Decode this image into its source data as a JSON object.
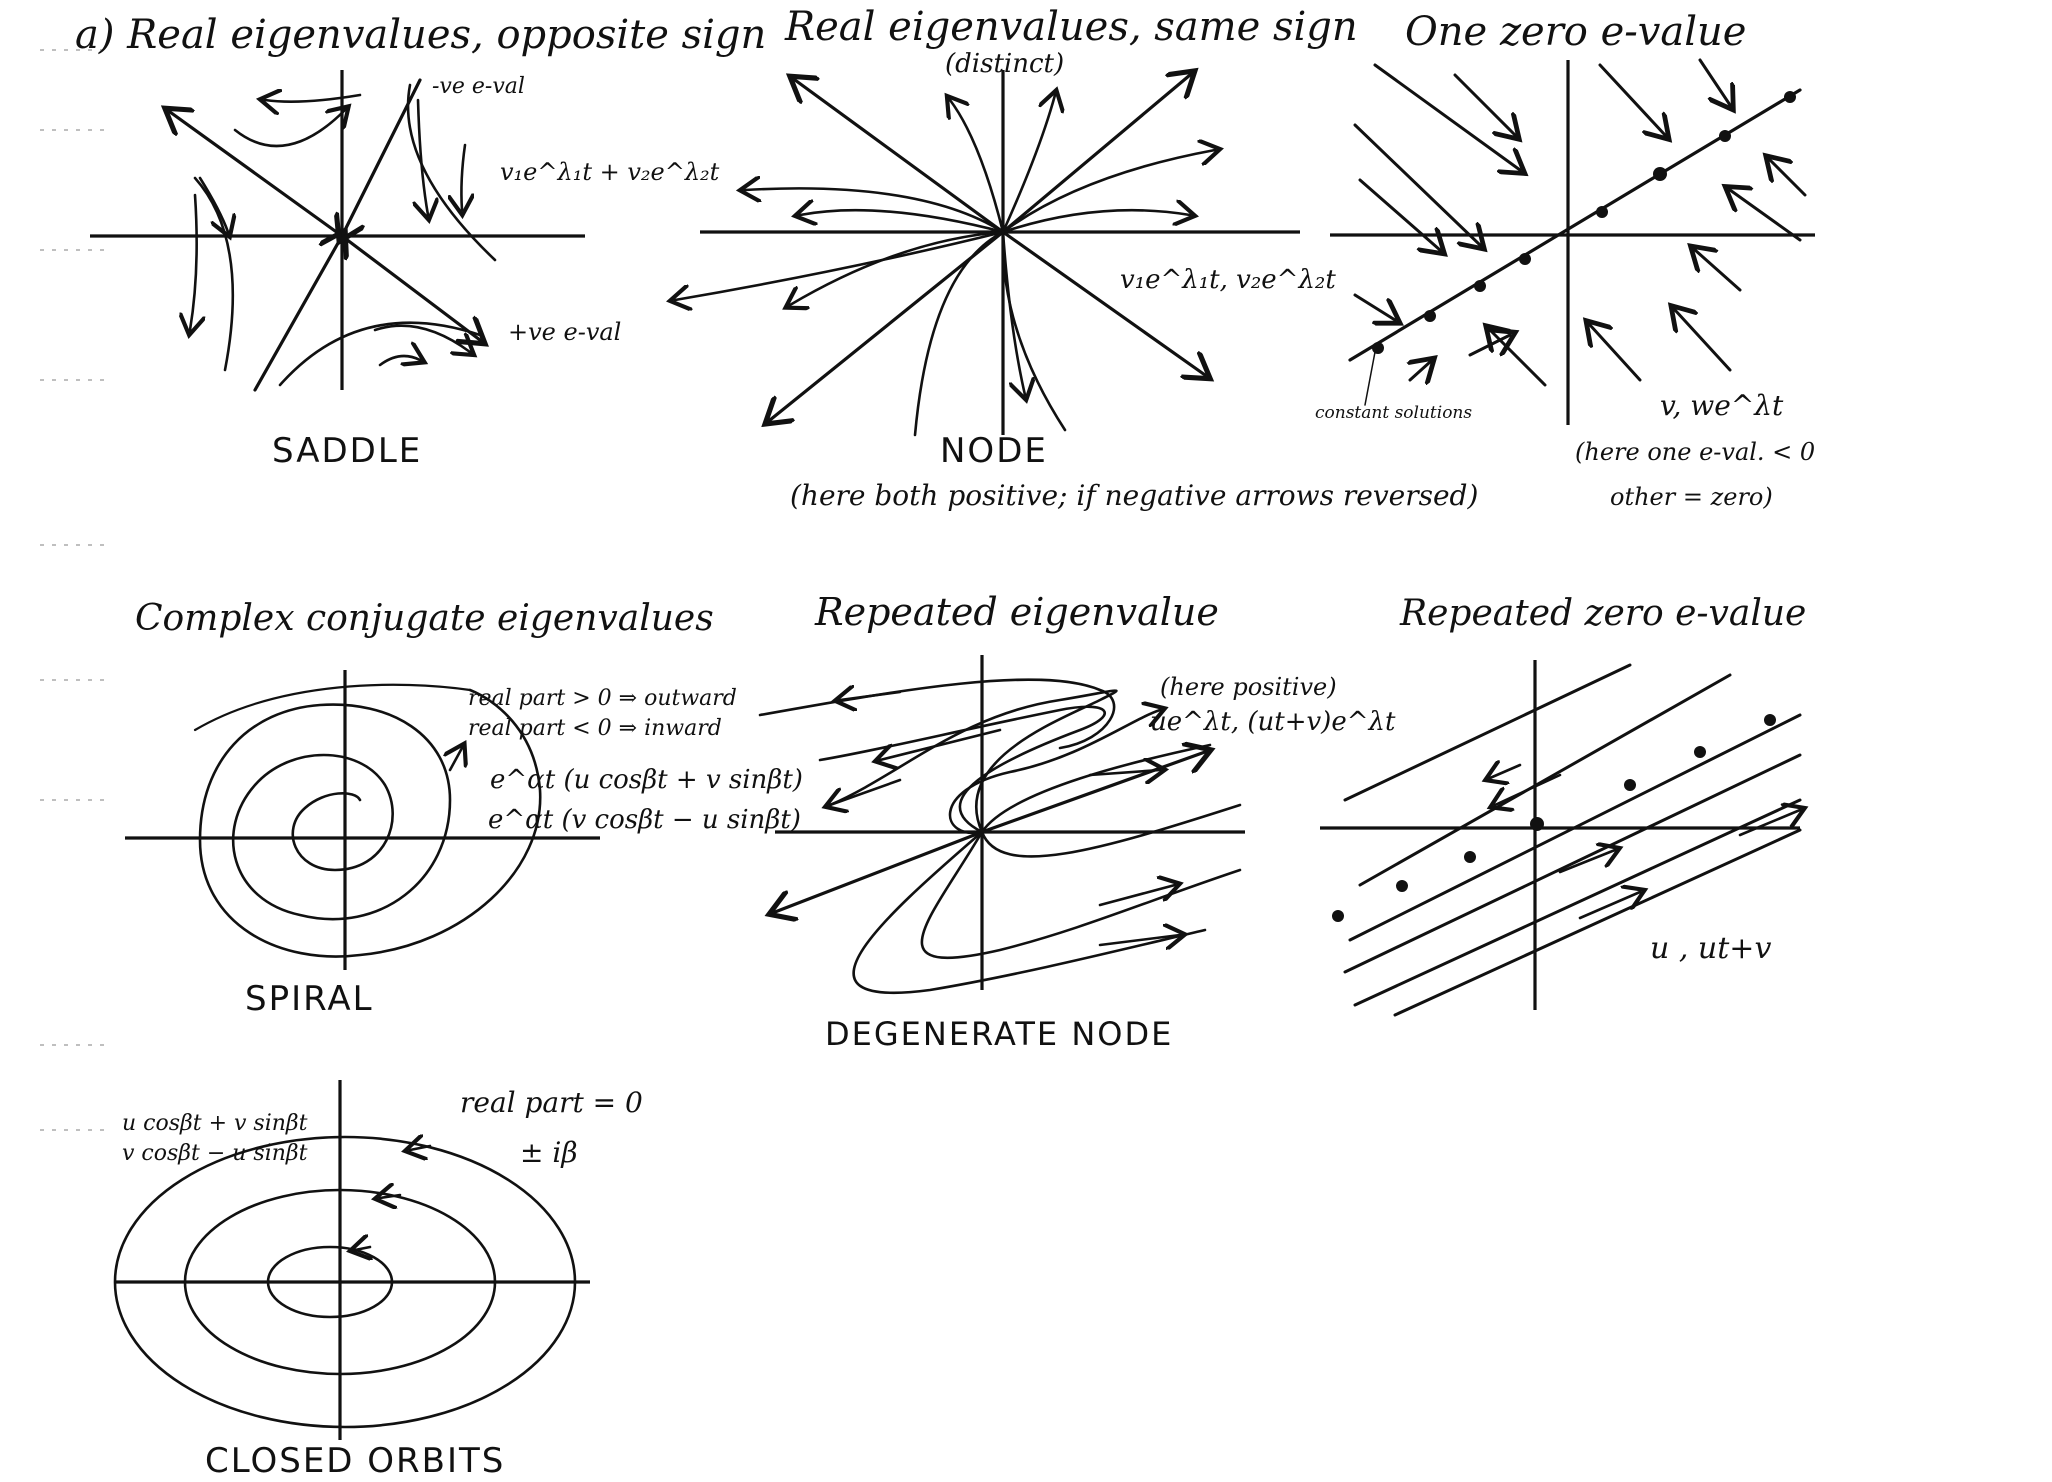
{
  "panels": {
    "saddle": {
      "title": "a) Real eigenvalues, opposite sign",
      "note_neg": "-ve e-val",
      "note_pos": "+ve e-val",
      "formula": "v₁e^λ₁t + v₂e^λ₂t",
      "caption": "SADDLE"
    },
    "node": {
      "title": "Real eigenvalues, same sign",
      "subtitle": "(distinct)",
      "formula": "v₁e^λ₁t, v₂e^λ₂t",
      "caption": "NODE",
      "note": "(here both positive; if negative arrows reversed)"
    },
    "zero": {
      "title": "One zero e-value",
      "formula": "v, we^λt",
      "note_line1": "(here one e-val. < 0",
      "note_line2": "other = zero)",
      "label": "constant solutions"
    },
    "spiral": {
      "title": "Complex conjugate eigenvalues",
      "rule_out": "real part > 0 ⇒ outward",
      "rule_in": "real part < 0 ⇒ inward",
      "sol1": "e^αt (u cosβt + v sinβt)",
      "sol2": "e^αt (v cosβt − u sinβt)",
      "caption": "SPIRAL"
    },
    "degenerate": {
      "title": "Repeated eigenvalue",
      "note": "(here positive)",
      "formula": "ue^λt, (ut+v)e^λt",
      "caption": "DEGENERATE NODE"
    },
    "repeated_zero": {
      "title": "Repeated zero e-value",
      "formula": "u , ut+v"
    },
    "closed": {
      "sol1": "u cosβt + v sinβt",
      "sol2": "v cosβt − u sinβt",
      "rule": "real part = 0",
      "eig": "± iβ",
      "caption": "CLOSED ORBITS"
    }
  },
  "colors": {
    "ink": "#111111",
    "paper": "#ffffff"
  }
}
